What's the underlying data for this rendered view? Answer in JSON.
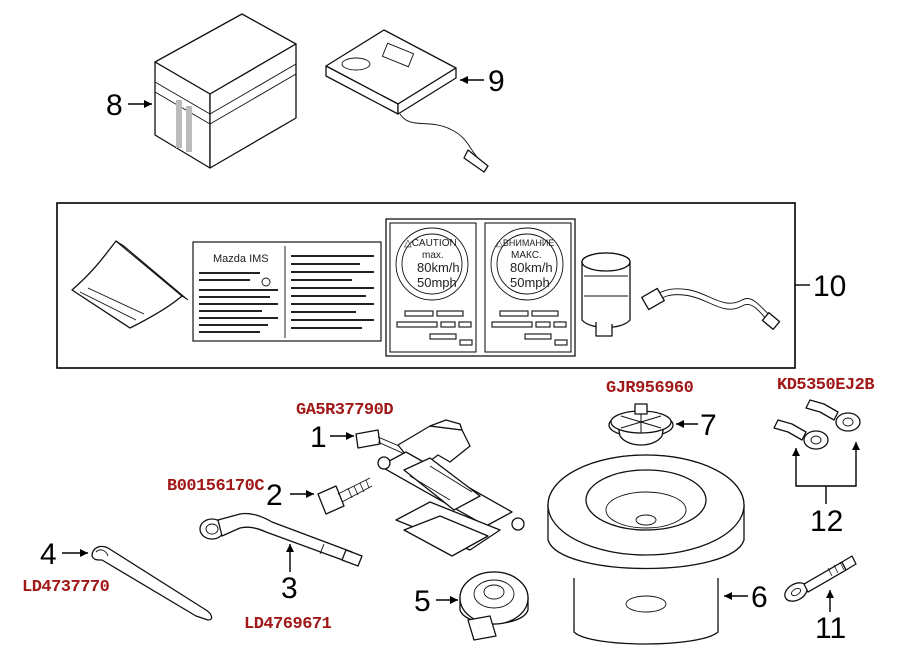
{
  "callouts": {
    "c1": "1",
    "c2": "2",
    "c3": "3",
    "c4": "4",
    "c5": "5",
    "c6": "6",
    "c7": "7",
    "c8": "8",
    "c9": "9",
    "c10": "10",
    "c11": "11",
    "c12": "12"
  },
  "part_numbers": {
    "p1": "GA5R37790D",
    "p2": "B00156170C",
    "p3": "LD4769671",
    "p4": "LD4737770",
    "p7": "GJR956960",
    "p12": "KD5350EJ2B"
  },
  "labels": {
    "manual_title": "Mazda IMS",
    "caution_en": "△CAUTION",
    "max_en": "max.",
    "speed_kmh_en": "80km/h",
    "speed_mph_en": "50mph",
    "caution_ru": "△ВНИМАНИЕ",
    "max_ru": "МАКС.",
    "speed_kmh_ru": "80km/h",
    "speed_mph_ru": "50mph"
  }
}
